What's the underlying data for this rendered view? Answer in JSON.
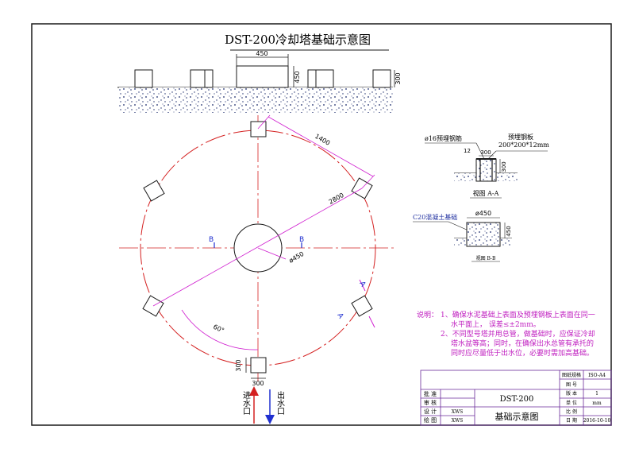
{
  "title": "DST-200冷却塔基础示意图",
  "elevation": {
    "width_dim": "450",
    "height_dim": "450",
    "height_dim2": "300"
  },
  "plan": {
    "dim_1400": "1400",
    "dim_2800": "2800",
    "dim_phi450": "ø450",
    "angle_60": "60°",
    "dim_300_bottom": "300",
    "dim_300_side": "300",
    "label_b_left": "B",
    "label_b_right": "B",
    "label_a_top": "A",
    "label_a_bottom": "A"
  },
  "flow": {
    "inlet": "进水口",
    "outlet": "出水口"
  },
  "section_a": {
    "rebar": "ø16预埋钢筋",
    "plate": "预埋钢板",
    "plate_size": "200*200*12mm",
    "dim_12": "12",
    "dim_300_w": "300",
    "dim_300_h": "300",
    "caption": "视图 A-A"
  },
  "section_b": {
    "concrete": "C20混凝土基础",
    "dim_phi450": "ø450",
    "dim_450": "450",
    "caption": "视图 B-B"
  },
  "notes": {
    "heading": "说明：",
    "line1": "1、确保水泥基础上表面及预埋钢板上表面在同一",
    "line2": "水平面上， 误差≤±2mm。",
    "line3": "2、不同型号塔并用总管，做基础时，应保证冷却",
    "line4": "塔水盆等高；同时，在确保出水总管有承托的",
    "line5": "同时应尽量低于出水位，必要时需加高基础。"
  },
  "title_block": {
    "model": "DST-200",
    "drawing_name": "基础示意图",
    "rows": [
      {
        "label": "批 准",
        "value": ""
      },
      {
        "label": "审 核",
        "value": ""
      },
      {
        "label": "设 计",
        "value": "XWS"
      },
      {
        "label": "绘 图",
        "value": "XWS"
      }
    ],
    "right_rows": [
      {
        "label": "图纸规格",
        "value": "ISO-A4"
      },
      {
        "label": "图 号",
        "value": ""
      },
      {
        "label": "版 本",
        "value": "1"
      },
      {
        "label": "单 位",
        "value": "mm"
      },
      {
        "label": "比 例",
        "value": ""
      },
      {
        "label": "日 期",
        "value": "2016-10-10"
      }
    ]
  },
  "colors": {
    "frame": "#1a1a1a",
    "center_line": "#d42020",
    "dimension": "#d020d0",
    "inlet_arrow": "#d42020",
    "outlet_arrow": "#2030d0",
    "notes": "#c020c0",
    "title_block": "#6a2a9a"
  }
}
